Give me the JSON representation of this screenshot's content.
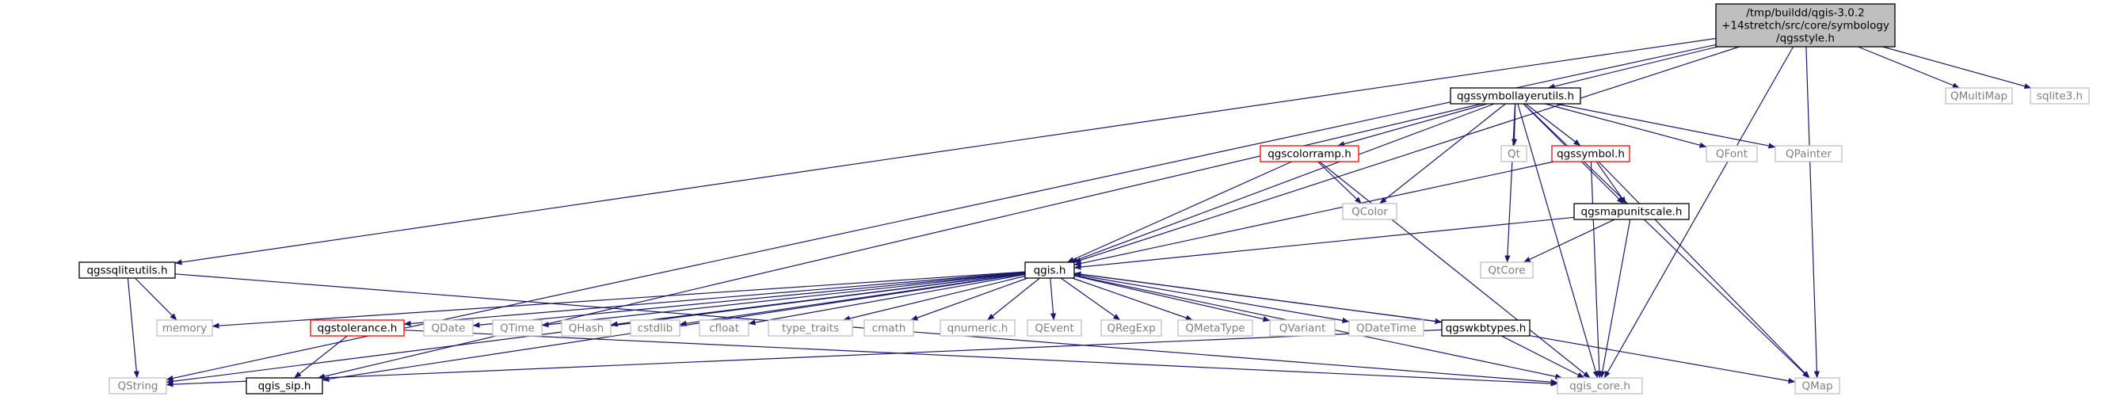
{
  "colors": {
    "edge": "#191970",
    "root_fill": "#bfbfbf",
    "doc_border": "#000000",
    "missing_border": "#ff0000",
    "system_border": "#bfbfbf",
    "system_text": "#7f7f7f",
    "text": "#000000"
  },
  "nodes": [
    {
      "id": "root",
      "kind": "root",
      "lines": [
        "/tmp/buildd/qgis-3.0.2",
        "+14stretch/src/core/symbology",
        "/qgsstyle.h"
      ]
    },
    {
      "id": "qgssymbollayerutils",
      "kind": "doc",
      "lines": [
        "qgssymbollayerutils.h"
      ]
    },
    {
      "id": "qmultimap",
      "kind": "system",
      "lines": [
        "QMultiMap"
      ]
    },
    {
      "id": "sqlite3",
      "kind": "system",
      "lines": [
        "sqlite3.h"
      ]
    },
    {
      "id": "qgscolorramp",
      "kind": "missing",
      "lines": [
        "qgscolorramp.h"
      ]
    },
    {
      "id": "qt",
      "kind": "system",
      "lines": [
        "Qt"
      ]
    },
    {
      "id": "qgssymbol",
      "kind": "missing",
      "lines": [
        "qgssymbol.h"
      ]
    },
    {
      "id": "qfont",
      "kind": "system",
      "lines": [
        "QFont"
      ]
    },
    {
      "id": "qpainter",
      "kind": "system",
      "lines": [
        "QPainter"
      ]
    },
    {
      "id": "qcolor",
      "kind": "system",
      "lines": [
        "QColor"
      ]
    },
    {
      "id": "qgsmapunitscale",
      "kind": "doc",
      "lines": [
        "qgsmapunitscale.h"
      ]
    },
    {
      "id": "qgssqliteutils",
      "kind": "doc",
      "lines": [
        "qgssqliteutils.h"
      ]
    },
    {
      "id": "qgis",
      "kind": "doc",
      "lines": [
        "qgis.h"
      ]
    },
    {
      "id": "qtcore",
      "kind": "system",
      "lines": [
        "QtCore"
      ]
    },
    {
      "id": "memory",
      "kind": "system",
      "lines": [
        "memory"
      ]
    },
    {
      "id": "qgstolerance",
      "kind": "missing",
      "lines": [
        "qgstolerance.h"
      ]
    },
    {
      "id": "qdate",
      "kind": "system",
      "lines": [
        "QDate"
      ]
    },
    {
      "id": "qtime",
      "kind": "system",
      "lines": [
        "QTime"
      ]
    },
    {
      "id": "qhash",
      "kind": "system",
      "lines": [
        "QHash"
      ]
    },
    {
      "id": "cstdlib",
      "kind": "system",
      "lines": [
        "cstdlib"
      ]
    },
    {
      "id": "cfloat",
      "kind": "system",
      "lines": [
        "cfloat"
      ]
    },
    {
      "id": "type_traits",
      "kind": "system",
      "lines": [
        "type_traits"
      ]
    },
    {
      "id": "cmath",
      "kind": "system",
      "lines": [
        "cmath"
      ]
    },
    {
      "id": "qnumeric",
      "kind": "system",
      "lines": [
        "qnumeric.h"
      ]
    },
    {
      "id": "qevent",
      "kind": "system",
      "lines": [
        "QEvent"
      ]
    },
    {
      "id": "qregexp",
      "kind": "system",
      "lines": [
        "QRegExp"
      ]
    },
    {
      "id": "qmetatype",
      "kind": "system",
      "lines": [
        "QMetaType"
      ]
    },
    {
      "id": "qvariant",
      "kind": "system",
      "lines": [
        "QVariant"
      ]
    },
    {
      "id": "qdatetime",
      "kind": "system",
      "lines": [
        "QDateTime"
      ]
    },
    {
      "id": "qgswkbtypes",
      "kind": "doc",
      "lines": [
        "qgswkbtypes.h"
      ]
    },
    {
      "id": "qstring",
      "kind": "system",
      "lines": [
        "QString"
      ]
    },
    {
      "id": "qgis_sip",
      "kind": "doc",
      "lines": [
        "qgis_sip.h"
      ]
    },
    {
      "id": "qgis_core",
      "kind": "system",
      "lines": [
        "qgis_core.h"
      ]
    },
    {
      "id": "qmap",
      "kind": "system",
      "lines": [
        "QMap"
      ]
    }
  ],
  "edges": [
    [
      "root",
      "qgssymbollayerutils"
    ],
    [
      "root",
      "qmultimap"
    ],
    [
      "root",
      "sqlite3"
    ],
    [
      "root",
      "qstring"
    ],
    [
      "root",
      "qgssqliteutils"
    ],
    [
      "root",
      "qgis"
    ],
    [
      "root",
      "qgis_core"
    ],
    [
      "root",
      "qmap"
    ],
    [
      "qgssymbollayerutils",
      "qgscolorramp"
    ],
    [
      "qgssymbollayerutils",
      "qt"
    ],
    [
      "qgssymbollayerutils",
      "qgssymbol"
    ],
    [
      "qgssymbollayerutils",
      "qfont"
    ],
    [
      "qgssymbollayerutils",
      "qpainter"
    ],
    [
      "qgssymbollayerutils",
      "qcolor"
    ],
    [
      "qgssymbollayerutils",
      "qgsmapunitscale"
    ],
    [
      "qgssymbollayerutils",
      "qgis"
    ],
    [
      "qgssymbollayerutils",
      "qtcore"
    ],
    [
      "qgssymbollayerutils",
      "qgis_core"
    ],
    [
      "qgssymbollayerutils",
      "qmap"
    ],
    [
      "qgssymbollayerutils",
      "qgis_sip"
    ],
    [
      "qgscolorramp",
      "qcolor"
    ],
    [
      "qgscolorramp",
      "qgis"
    ],
    [
      "qgscolorramp",
      "qgis_core"
    ],
    [
      "qgssymbol",
      "qgsmapunitscale"
    ],
    [
      "qgssymbol",
      "qgis"
    ],
    [
      "qgssymbol",
      "qgis_core"
    ],
    [
      "qgssymbol",
      "qmap"
    ],
    [
      "qgsmapunitscale",
      "qgis"
    ],
    [
      "qgsmapunitscale",
      "qtcore"
    ],
    [
      "qgsmapunitscale",
      "qgis_core"
    ],
    [
      "qgssqliteutils",
      "memory"
    ],
    [
      "qgssqliteutils",
      "qstring"
    ],
    [
      "qgssqliteutils",
      "qgis_core"
    ],
    [
      "qgis",
      "memory"
    ],
    [
      "qgis",
      "qgstolerance"
    ],
    [
      "qgis",
      "qdate"
    ],
    [
      "qgis",
      "qtime"
    ],
    [
      "qgis",
      "qhash"
    ],
    [
      "qgis",
      "cstdlib"
    ],
    [
      "qgis",
      "cfloat"
    ],
    [
      "qgis",
      "type_traits"
    ],
    [
      "qgis",
      "cmath"
    ],
    [
      "qgis",
      "qnumeric"
    ],
    [
      "qgis",
      "qevent"
    ],
    [
      "qgis",
      "qregexp"
    ],
    [
      "qgis",
      "qmetatype"
    ],
    [
      "qgis",
      "qvariant"
    ],
    [
      "qgis",
      "qdatetime"
    ],
    [
      "qgis",
      "qgswkbtypes"
    ],
    [
      "qgis",
      "qstring"
    ],
    [
      "qgis",
      "qgis_sip"
    ],
    [
      "qgis",
      "qgis_core"
    ],
    [
      "qgstolerance",
      "qgis_sip"
    ],
    [
      "qgstolerance",
      "qgis_core"
    ],
    [
      "qgswkbtypes",
      "qgis"
    ],
    [
      "qgswkbtypes",
      "qstring"
    ],
    [
      "qgswkbtypes",
      "qgis_core"
    ],
    [
      "qgswkbtypes",
      "qmap"
    ]
  ]
}
